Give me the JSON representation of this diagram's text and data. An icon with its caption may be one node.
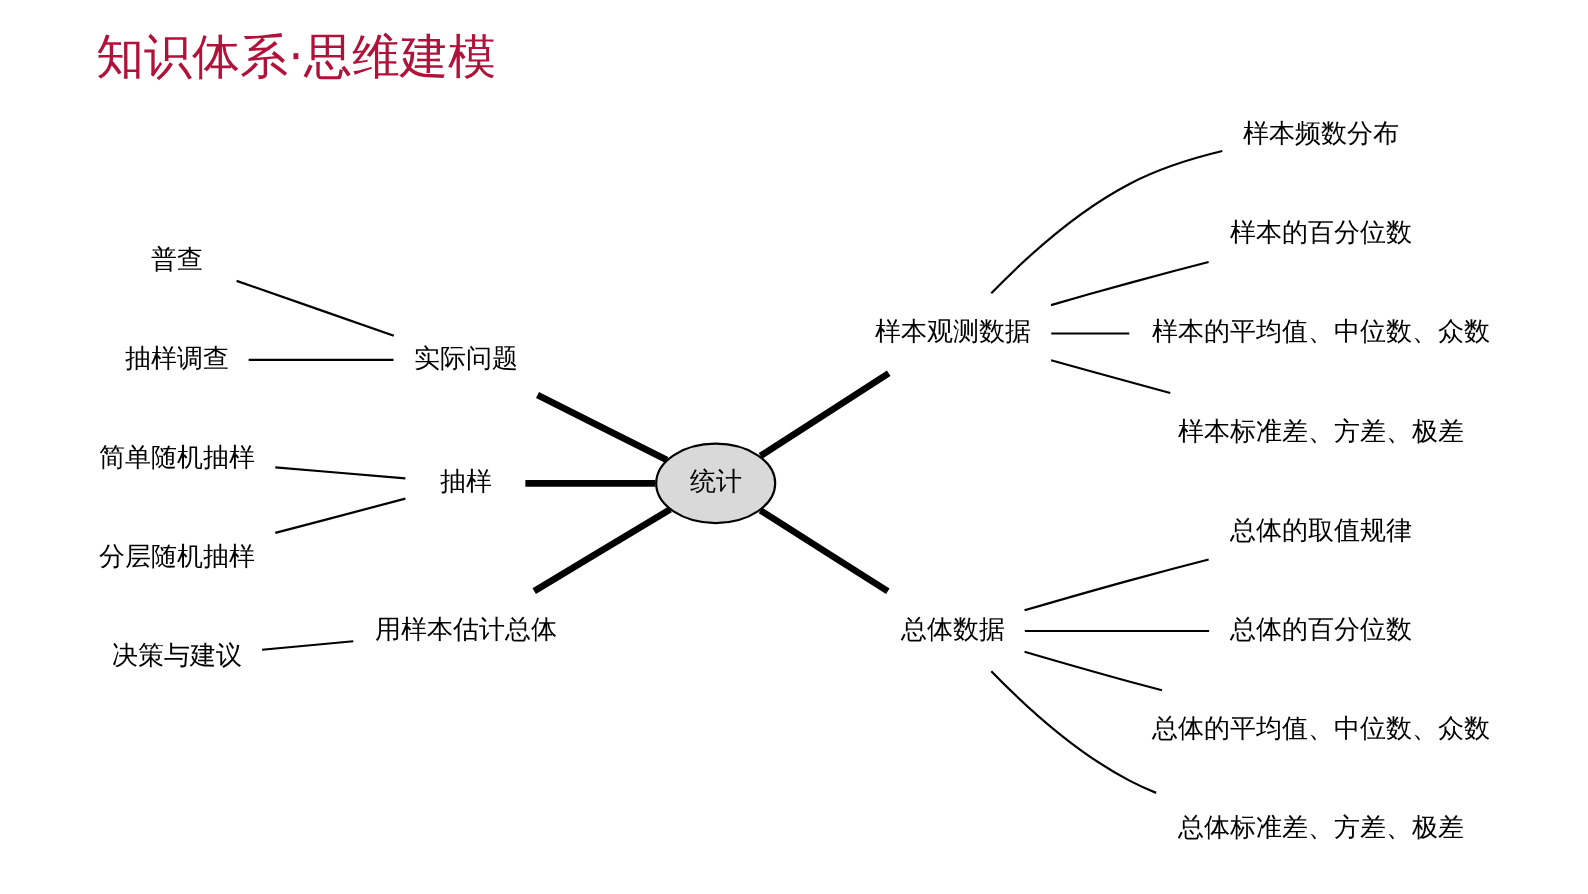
{
  "diagram": {
    "title": "知识体系·思维建模",
    "nodes": [
      {
        "text": [
          "统计"
        ]
      },
      {
        "text": [
          "实际问题"
        ]
      },
      {
        "text": [
          "普查"
        ]
      },
      {
        "text": [
          "抽样调查"
        ]
      },
      {
        "text": [
          "抽样"
        ]
      },
      {
        "text": [
          "简单随机抽样"
        ]
      },
      {
        "text": [
          "分层随机抽样"
        ]
      },
      {
        "text": [
          "用样本估计总体"
        ]
      },
      {
        "text": [
          "决策与建议"
        ]
      },
      {
        "text": [
          "样本观测数据"
        ]
      },
      {
        "text": [
          "样本频数分布"
        ]
      },
      {
        "text": [
          "样本的百分位数"
        ]
      },
      {
        "text": [
          "样本的平均值、中位数、众数"
        ]
      },
      {
        "text": [
          "样本标准差、方差、极差"
        ]
      },
      {
        "text": [
          "总体数据"
        ]
      },
      {
        "text": [
          "总体的取值规律"
        ]
      },
      {
        "text": [
          "总体的百分位数"
        ]
      },
      {
        "text": [
          "总体的平均值、中位数、众数"
        ]
      },
      {
        "text": [
          "总体标准差、方差、极差"
        ]
      }
    ],
    "edges": [
      {
        "from": 0,
        "to": 1,
        "arrow": "none",
        "style": "thick"
      },
      {
        "from": 1,
        "to": 2,
        "arrow": "none"
      },
      {
        "from": 1,
        "to": 3,
        "arrow": "none"
      },
      {
        "from": 0,
        "to": 4,
        "arrow": "none",
        "style": "thick"
      },
      {
        "from": 4,
        "to": 5,
        "arrow": "none"
      },
      {
        "from": 4,
        "to": 6,
        "arrow": "none"
      },
      {
        "from": 0,
        "to": 7,
        "arrow": "none",
        "style": "thick"
      },
      {
        "from": 7,
        "to": 8,
        "arrow": "none"
      },
      {
        "from": 0,
        "to": 9,
        "arrow": "none",
        "style": "thick"
      },
      {
        "from": 9,
        "to": 10,
        "arrow": "none"
      },
      {
        "from": 9,
        "to": 11,
        "arrow": "none"
      },
      {
        "from": 9,
        "to": 12,
        "arrow": "none"
      },
      {
        "from": 9,
        "to": 13,
        "arrow": "none"
      },
      {
        "from": 0,
        "to": 14,
        "arrow": "none",
        "style": "thick"
      },
      {
        "from": 14,
        "to": 15,
        "arrow": "none"
      },
      {
        "from": 14,
        "to": 16,
        "arrow": "none"
      },
      {
        "from": 14,
        "to": 17,
        "arrow": "none"
      },
      {
        "from": 14,
        "to": 18,
        "arrow": "none"
      }
    ]
  }
}
